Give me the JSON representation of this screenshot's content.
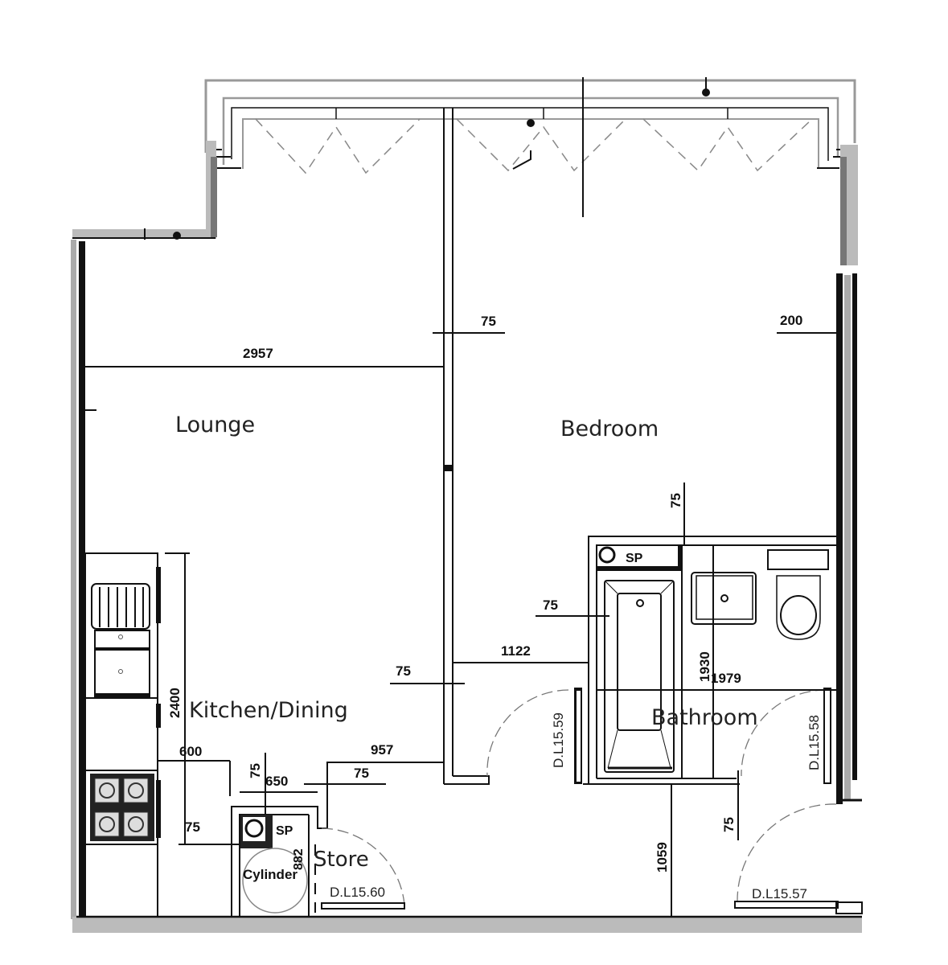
{
  "plan": {
    "rooms": [
      {
        "id": "lounge",
        "label": "Lounge"
      },
      {
        "id": "bedroom",
        "label": "Bedroom"
      },
      {
        "id": "kitchen",
        "label": "Kitchen/Dining"
      },
      {
        "id": "bathroom",
        "label": "Bathroom"
      },
      {
        "id": "store",
        "label": "Store"
      }
    ],
    "fixtures": {
      "sp_bathroom": "SP",
      "sp_store": "SP",
      "cylinder": "Cylinder"
    },
    "doors": [
      {
        "id": "d59",
        "label": "D.L15.59"
      },
      {
        "id": "d58",
        "label": "D.L15.58"
      },
      {
        "id": "d60",
        "label": "D.L15.60"
      },
      {
        "id": "d57",
        "label": "D.L15.57"
      }
    ],
    "dimensions": {
      "lounge_width": "2957",
      "partition_75_top": "75",
      "wall_200": "200",
      "bath_wall_75_top": "75",
      "bath_75_left": "75",
      "corridor_1122": "1122",
      "corridor_75": "75",
      "bath_1930": "1930",
      "bath_1979": "1979",
      "kitchen_2400": "2400",
      "kitchen_600": "600",
      "store_75_v": "75",
      "store_650": "650",
      "store_75_h": "75",
      "hall_957": "957",
      "kitchen_75": "75",
      "store_882": "882",
      "hall_1059": "1059",
      "hall_75_v": "75"
    }
  }
}
